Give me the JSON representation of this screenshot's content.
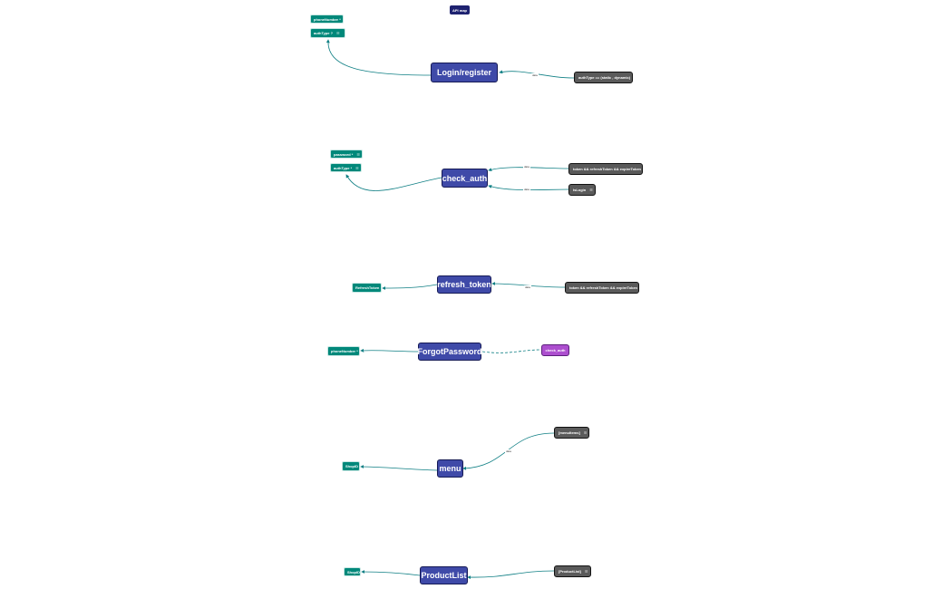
{
  "title": "API map",
  "apis": {
    "login": "Login/register",
    "check_auth": "check_auth",
    "refresh_token": "refresh_token",
    "forgot": "ForgotPassword",
    "menu": "menu",
    "productlist": "ProductList"
  },
  "params": {
    "phone_number": "phoneNumber *",
    "auth_type_optional": "authType ?",
    "password": "password *",
    "auth_type": "authType *",
    "refresh_token": "RefreshToken",
    "forgot_phone": "phoneNumber *",
    "menu_shopid": "ShopID",
    "product_shopid": "ShopID"
  },
  "outputs": {
    "auth_type_values": "authType == (static , dynamic)",
    "tokens_1": "token && refreshToken && expireToken",
    "is_login": "IsLogin",
    "tokens_2": "token && refreshToken && expireToken",
    "menu_items": "[menuItems]",
    "product_list": "[ProductList]"
  },
  "refs": {
    "check_auth": "check_auth"
  },
  "edge_labels": {
    "login_data": "data",
    "check_data_1": "data",
    "check_data_2": "data",
    "refresh_data": "data",
    "menu_data": "data"
  },
  "icons": {
    "list": "list-icon"
  },
  "colors": {
    "api_node": "#3f4aa8",
    "param_node": "#00887a",
    "output_node": "#5a5a5a",
    "ref_node": "#ad4fcf",
    "title_node": "#1e2270",
    "edge": "#0f7f84"
  }
}
